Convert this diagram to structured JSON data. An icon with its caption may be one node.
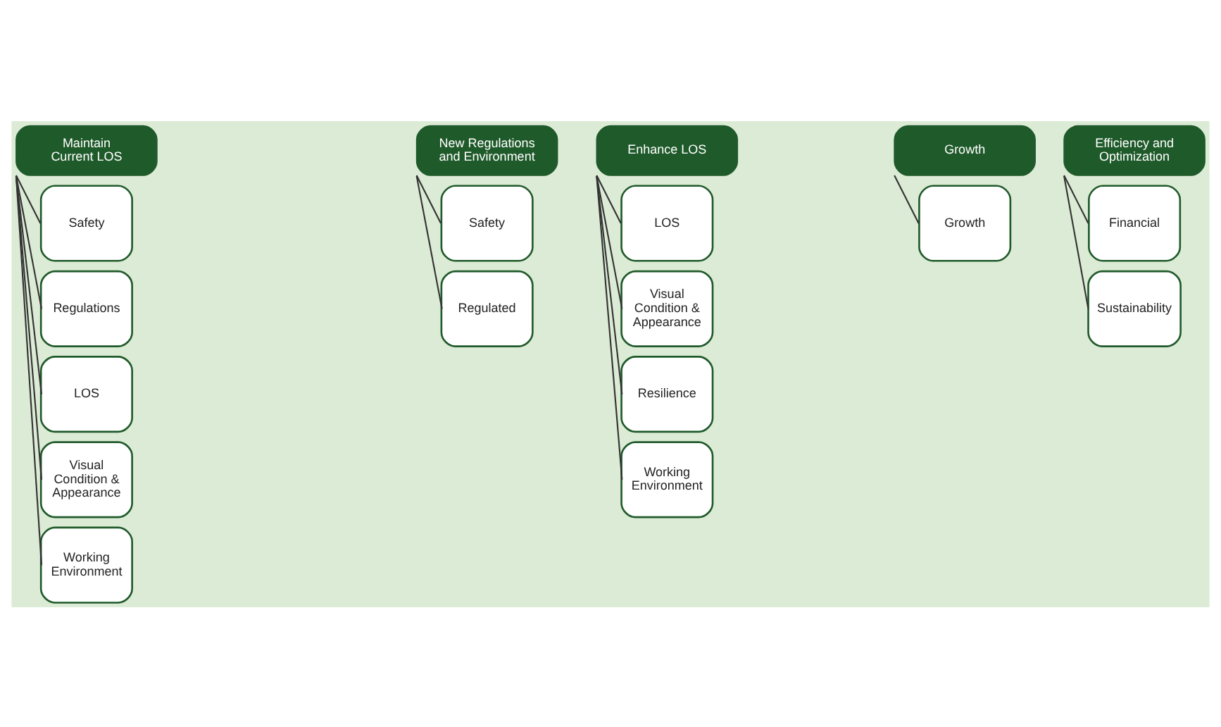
{
  "diagram": {
    "nodes": [
      {
        "text": [
          "Maintain Current LOS"
        ]
      },
      {
        "text": [
          "Safety"
        ]
      },
      {
        "text": [
          "Regulations"
        ]
      },
      {
        "text": [
          "LOS"
        ]
      },
      {
        "text": [
          "Visual Condition & Appearance"
        ]
      },
      {
        "text": [
          "Working Environment"
        ]
      },
      {
        "text": [
          "New Regulations and Environment"
        ]
      },
      {
        "text": [
          "Safety"
        ]
      },
      {
        "text": [
          "Regulated"
        ]
      },
      {
        "text": [
          "Enhance LOS"
        ]
      },
      {
        "text": [
          "LOS"
        ]
      },
      {
        "text": [
          "Visual Condition & Appearance"
        ]
      },
      {
        "text": [
          "Resilience"
        ]
      },
      {
        "text": [
          "Working Environment"
        ]
      },
      {
        "text": [
          "Growth"
        ]
      },
      {
        "text": [
          "Growth"
        ]
      },
      {
        "text": [
          "Efficiency and Optimization"
        ]
      },
      {
        "text": [
          "Financial"
        ]
      },
      {
        "text": [
          "Sustainability"
        ]
      }
    ],
    "edges": [
      {
        "from": 0,
        "to": 1,
        "arrow": "none"
      },
      {
        "from": 0,
        "to": 2,
        "arrow": "none"
      },
      {
        "from": 0,
        "to": 3,
        "arrow": "none"
      },
      {
        "from": 0,
        "to": 4,
        "arrow": "none"
      },
      {
        "from": 0,
        "to": 5,
        "arrow": "none"
      },
      {
        "from": 6,
        "to": 7,
        "arrow": "none"
      },
      {
        "from": 6,
        "to": 8,
        "arrow": "none"
      },
      {
        "from": 9,
        "to": 10,
        "arrow": "none"
      },
      {
        "from": 9,
        "to": 11,
        "arrow": "none"
      },
      {
        "from": 9,
        "to": 12,
        "arrow": "none"
      },
      {
        "from": 9,
        "to": 13,
        "arrow": "none"
      },
      {
        "from": 14,
        "to": 15,
        "arrow": "none"
      },
      {
        "from": 16,
        "to": 17,
        "arrow": "none"
      },
      {
        "from": 16,
        "to": 18,
        "arrow": "none"
      }
    ]
  }
}
